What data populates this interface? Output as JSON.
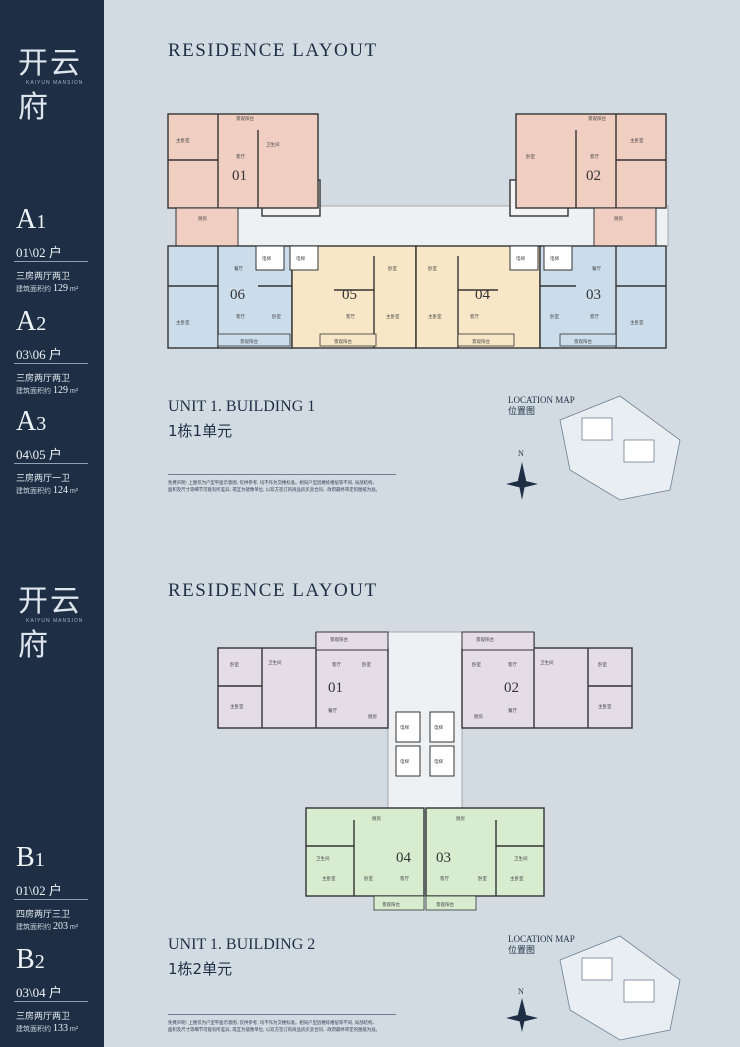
{
  "page1": {
    "logo": "开云府",
    "logo_sub": "KAIYUN MANSION",
    "title": "RESIDENCE  LAYOUT",
    "units": [
      {
        "code_letter": "A",
        "code_num": "1",
        "doors": "01\\02 户",
        "desc": "三房两厅两卫",
        "area_label": "建筑面积约",
        "area_value": "129",
        "area_unit": "m²"
      },
      {
        "code_letter": "A",
        "code_num": "2",
        "doors": "03\\06 户",
        "desc": "三房两厅两卫",
        "area_label": "建筑面积约",
        "area_value": "129",
        "area_unit": "m²"
      },
      {
        "code_letter": "A",
        "code_num": "3",
        "doors": "04\\05 户",
        "desc": "三房两厅一卫",
        "area_label": "建筑面积约",
        "area_value": "124",
        "area_unit": "m²"
      }
    ],
    "plan_labels": [
      "01",
      "02",
      "06",
      "05",
      "04",
      "03"
    ],
    "unit_title": "UNIT 1. BUILDING 1",
    "unit_title_cn": "1栋1单元",
    "location_map_en": "LOCATION MAP",
    "location_map_cn": "位置图",
    "north": "N",
    "disclaimer_1": "免费声明: 上图仅为户型平面示意图, 仅供参考, 均不作为交楼标准。相同户型因楼栋楼层等不同, 局部结构、",
    "disclaimer_2": "面积及尺寸等细节可能有所差异, 或互为镜像单位, 以双方签订的商品房买卖合同、政府最终审定的图纸为准。"
  },
  "page2": {
    "logo": "开云府",
    "logo_sub": "KAIYUN MANSION",
    "title": "RESIDENCE  LAYOUT",
    "units": [
      {
        "code_letter": "B",
        "code_num": "1",
        "doors": "01\\02 户",
        "desc": "四房两厅三卫",
        "area_label": "建筑面积约",
        "area_value": "203",
        "area_unit": "m²"
      },
      {
        "code_letter": "B",
        "code_num": "2",
        "doors": "03\\04 户",
        "desc": "三房两厅两卫",
        "area_label": "建筑面积约",
        "area_value": "133",
        "area_unit": "m²"
      }
    ],
    "plan_labels": [
      "01",
      "02",
      "04",
      "03"
    ],
    "unit_title": "UNIT 1. BUILDING 2",
    "unit_title_cn": "1栋2单元",
    "location_map_en": "LOCATION MAP",
    "location_map_cn": "位置图",
    "north": "N",
    "disclaimer_1": "免费声明: 上图仅为户型平面示意图, 仅供参考, 均不作为交楼标准。相同户型因楼栋楼层等不同, 局部结构、",
    "disclaimer_2": "面积及尺寸等细节可能有所差异, 或互为镜像单位, 以双方签订的商品房买卖合同、政府最终审定的图纸为准。"
  },
  "room_labels": {
    "living": "客厅",
    "dining": "餐厅",
    "bedroom": "卧室",
    "master": "主卧室",
    "bath": "卫生间",
    "kitchen": "厨房",
    "balcony": "景观阳台",
    "elevator": "电梯"
  },
  "colors": {
    "sidebar": "#1e2f45",
    "background": "#d3dbe2",
    "pink_unit": "#f0cfc2",
    "yellow_unit": "#f7e7c7",
    "blue_unit": "#cbdceb",
    "lavender_unit": "#e4dde8",
    "green_unit": "#d8ecd0"
  }
}
